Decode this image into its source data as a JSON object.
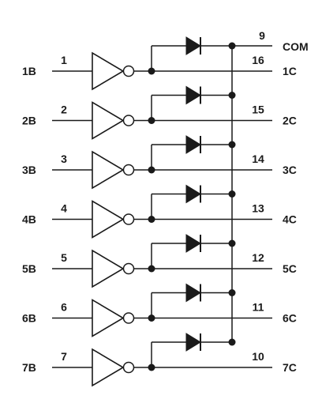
{
  "com": {
    "pin": "9",
    "label": "COM"
  },
  "channels": [
    {
      "in_label": "1B",
      "in_pin": "1",
      "out_pin": "16",
      "out_label": "1C"
    },
    {
      "in_label": "2B",
      "in_pin": "2",
      "out_pin": "15",
      "out_label": "2C"
    },
    {
      "in_label": "3B",
      "in_pin": "3",
      "out_pin": "14",
      "out_label": "3C"
    },
    {
      "in_label": "4B",
      "in_pin": "4",
      "out_pin": "13",
      "out_label": "4C"
    },
    {
      "in_label": "5B",
      "in_pin": "5",
      "out_pin": "12",
      "out_label": "5C"
    },
    {
      "in_label": "6B",
      "in_pin": "6",
      "out_pin": "11",
      "out_label": "6C"
    },
    {
      "in_label": "7B",
      "in_pin": "7",
      "out_pin": "10",
      "out_label": "7C"
    }
  ]
}
